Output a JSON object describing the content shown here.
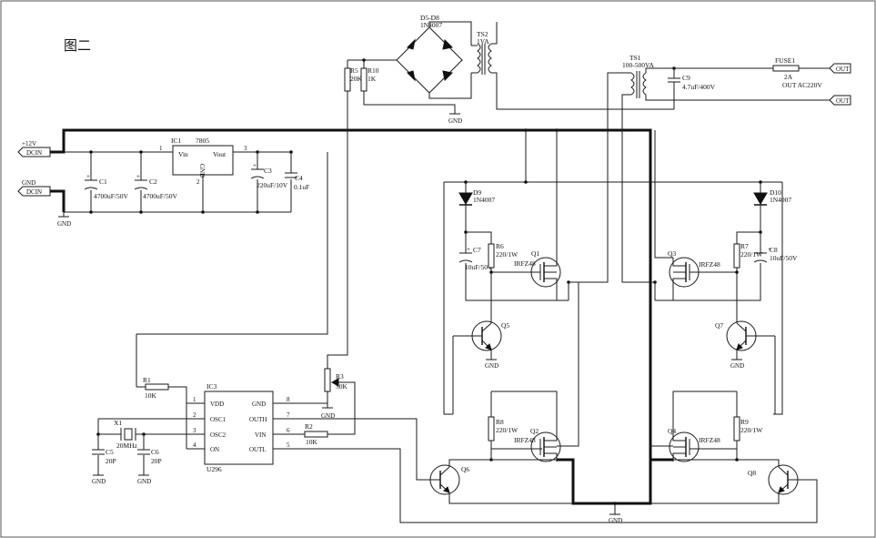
{
  "title": "图二",
  "ports": {
    "in_pos": {
      "name": "+12V",
      "tag": "DCIN"
    },
    "in_gnd": {
      "name": "GND",
      "tag": "DCIN"
    },
    "out1": "OUT",
    "out2": "OUT",
    "out_label": "OUT AC220V"
  },
  "components": {
    "ic1": {
      "ref": "IC1",
      "value": "7805",
      "vin": "Vin",
      "vout": "Vout",
      "gnd": "GND",
      "pin1": "1",
      "pin2": "2",
      "pin3": "3"
    },
    "c1": {
      "ref": "C1",
      "value": "4700uF/50V"
    },
    "c2": {
      "ref": "C2",
      "value": "4700uF/50V"
    },
    "c3": {
      "ref": "C3",
      "value": "220uF/10V"
    },
    "c4": {
      "ref": "C4",
      "value": "0.1uF"
    },
    "bridge": {
      "ref": "D5-D8",
      "value": "1N4007"
    },
    "ts2": {
      "ref": "TS2",
      "value": "1VA"
    },
    "ts1": {
      "ref": "TS1",
      "value": "100-500VA"
    },
    "c9": {
      "ref": "C9",
      "value": "4.7uF/400V"
    },
    "fuse": {
      "ref": "FUSE1",
      "value": "2A"
    },
    "r5": {
      "ref": "R5",
      "value": "20K"
    },
    "r10": {
      "ref": "R10",
      "value": "1K"
    },
    "d9": {
      "ref": "D9",
      "value": "1N4007"
    },
    "d10": {
      "ref": "D10",
      "value": "1N4007"
    },
    "c7": {
      "ref": "C7",
      "value": "10uF/50V"
    },
    "c8": {
      "ref": "C8",
      "value": "10uF/50V"
    },
    "r6": {
      "ref": "R6",
      "value": "220/1W"
    },
    "r7": {
      "ref": "R7",
      "value": "220/1W"
    },
    "r8": {
      "ref": "R8",
      "value": "220/1W"
    },
    "r9": {
      "ref": "R9",
      "value": "220/1W"
    },
    "q1": {
      "ref": "Q1",
      "value": "IRFZ48"
    },
    "q2": {
      "ref": "Q2",
      "value": "IRFZ48"
    },
    "q3": {
      "ref": "Q3",
      "value": "IRFZ48"
    },
    "q4": {
      "ref": "Q4",
      "value": "IRFZ48"
    },
    "q5": {
      "ref": "Q5"
    },
    "q6": {
      "ref": "Q6"
    },
    "q7": {
      "ref": "Q7"
    },
    "q8": {
      "ref": "Q8"
    },
    "r1": {
      "ref": "R1",
      "value": "10K"
    },
    "r2": {
      "ref": "R2",
      "value": "10K"
    },
    "r3": {
      "ref": "R3",
      "value": "50K"
    },
    "x1": {
      "ref": "X1",
      "value": "20MHz"
    },
    "c5": {
      "ref": "C5",
      "value": "20P"
    },
    "c6": {
      "ref": "C6",
      "value": "20P"
    },
    "ic3": {
      "ref": "IC3",
      "part": "U296",
      "left_pins": [
        {
          "num": "1",
          "name": "VDD"
        },
        {
          "num": "2",
          "name": "OSC1"
        },
        {
          "num": "3",
          "name": "OSC2"
        },
        {
          "num": "4",
          "name": "ON"
        }
      ],
      "right_pins": [
        {
          "num": "8",
          "name": "GND"
        },
        {
          "num": "7",
          "name": "OUTH"
        },
        {
          "num": "6",
          "name": "VIN"
        },
        {
          "num": "5",
          "name": "OUTL"
        }
      ]
    }
  },
  "gnd_labels": {
    "gnd_in": "GND",
    "gnd_bridge": "GND",
    "gnd_q5": "GND",
    "gnd_q7": "GND",
    "gnd_r3": "GND",
    "gnd_c5": "GND",
    "gnd_c6": "GND",
    "gnd_bottom": "GND"
  }
}
